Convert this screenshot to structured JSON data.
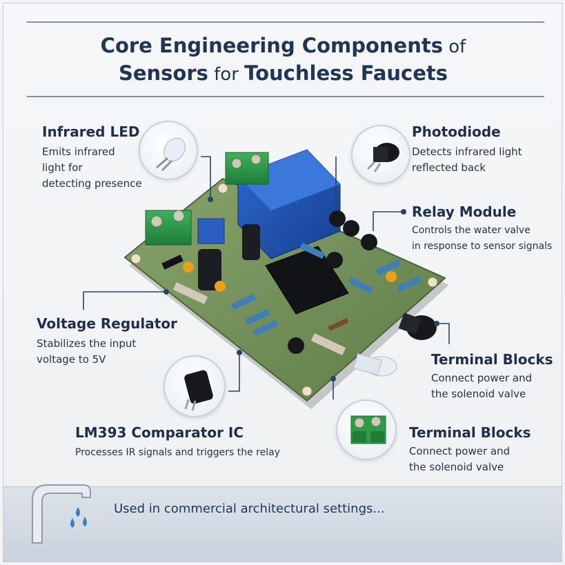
{
  "title": {
    "line1_bold": "Core Engineering Components",
    "line1_rest": " of",
    "line2_bold_a": "Sensors",
    "line2_mid": " for ",
    "line2_bold_b": "Touchless Faucets"
  },
  "components": [
    {
      "title": "Infrared LED",
      "desc_lines": [
        "Emits infrared",
        "light for",
        "detecting presence"
      ],
      "icon": "infrared-led-icon"
    },
    {
      "title": "Photodiode",
      "desc_lines": [
        "Detects infrared light",
        "reflected back"
      ],
      "icon": "photodiode-icon"
    },
    {
      "title": "Relay Module",
      "desc_lines": [
        "Controls the water valve",
        "in response to sensor signals"
      ],
      "icon": "relay-icon"
    },
    {
      "title": "Voltage Regulator",
      "desc_lines": [
        "Stabilizes the input",
        "voltage to 5V"
      ],
      "icon": "voltage-regulator-icon"
    },
    {
      "title": "Terminal Blocks",
      "desc_lines": [
        "Connect power and",
        "the solenoid valve"
      ],
      "icon": "terminal-block-icon"
    },
    {
      "title": "LM393 Comparator IC",
      "desc_lines": [
        "Processes IR signals and triggers the relay"
      ],
      "icon": "comparator-ic-icon"
    },
    {
      "title": "Terminal Blocks",
      "desc_lines": [
        "Connect power and",
        "the solenoid valve"
      ],
      "icon": "terminal-block-icon"
    }
  ],
  "footer": {
    "text": "Used in commercial architectural settings...",
    "icon": "faucet-icon"
  },
  "colors": {
    "title": "#1f3556",
    "pcb": "#6f8f56",
    "relay": "#1f56b8",
    "terminal": "#2e9b47",
    "footer": "#cfd7e1"
  }
}
